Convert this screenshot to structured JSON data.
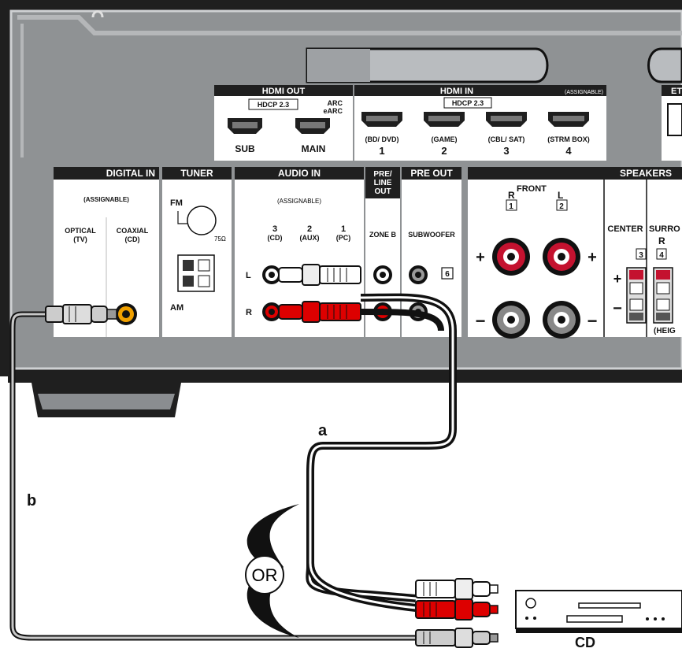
{
  "hdmi_out": {
    "title": "HDMI OUT",
    "hdcp": "HDCP 2.3",
    "arc": "ARC",
    "earc": "eARC",
    "sub": "SUB",
    "main": "MAIN"
  },
  "hdmi_in": {
    "title": "HDMI IN",
    "assignable": "(ASSIGNABLE)",
    "hdcp": "HDCP 2.3",
    "ports": [
      {
        "name": "(BD/ DVD)",
        "num": "1"
      },
      {
        "name": "(GAME)",
        "num": "2"
      },
      {
        "name": "(CBL/ SAT)",
        "num": "3"
      },
      {
        "name": "(STRM BOX)",
        "num": "4"
      }
    ]
  },
  "ethernet": "ET",
  "digital_in": {
    "title": "DIGITAL IN",
    "assignable": "(ASSIGNABLE)",
    "optical": "OPTICAL",
    "optical_sub": "(TV)",
    "coaxial": "COAXIAL",
    "coaxial_sub": "(CD)"
  },
  "tuner": {
    "title": "TUNER",
    "fm": "FM",
    "ohm": "75Ω",
    "am": "AM"
  },
  "audio_in": {
    "title": "AUDIO IN",
    "assignable": "(ASSIGNABLE)",
    "cols": [
      {
        "num": "3",
        "name": "(CD)"
      },
      {
        "num": "2",
        "name": "(AUX)"
      },
      {
        "num": "1",
        "name": "(PC)"
      }
    ],
    "l": "L",
    "r": "R"
  },
  "pre_line": {
    "title_1": "PRE/",
    "title_2": "LINE",
    "title_3": "OUT",
    "zone": "ZONE B"
  },
  "pre_out": {
    "title": "PRE OUT",
    "sub": "SUBWOOFER",
    "box": "6"
  },
  "speakers": {
    "title": "SPEAKERS",
    "front": "FRONT",
    "r": "R",
    "l": "L",
    "b1": "1",
    "b2": "2",
    "center": "CENTER",
    "b3": "3",
    "surr": "SURRO",
    "surr_r": "R",
    "b4": "4",
    "plus": "+",
    "minus": "−",
    "height": "(HEIG"
  },
  "labels": {
    "a": "a",
    "b": "b",
    "or": "OR",
    "cd": "CD"
  }
}
